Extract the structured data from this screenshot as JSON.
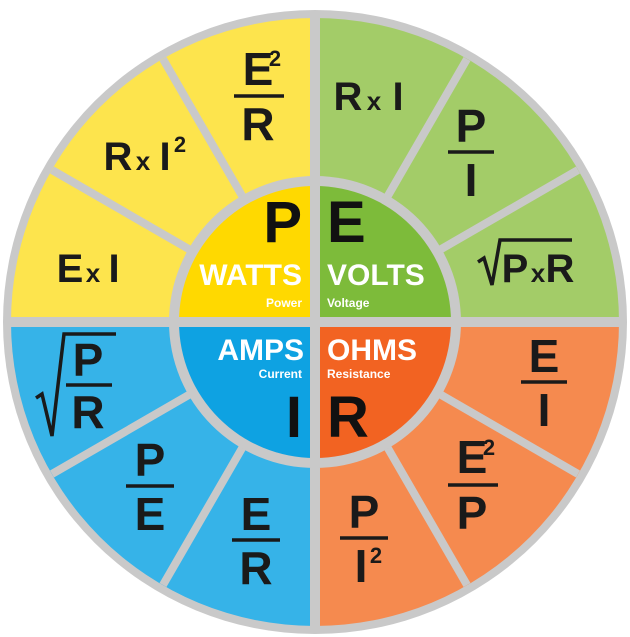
{
  "colors": {
    "border": "#c9c9c9",
    "power": "#fde44d",
    "voltage": "#a3cc68",
    "current": "#36b3e8",
    "resistance": "#f58a4f",
    "power_center": "#ffd900",
    "voltage_center": "#7dbb3a",
    "current_center": "#0ea2e2",
    "resistance_center": "#f26322"
  },
  "quadrants": {
    "power": {
      "letter": "P",
      "word": "WATTS",
      "sub": "Power"
    },
    "voltage": {
      "letter": "E",
      "word": "VOLTS",
      "sub": "Voltage"
    },
    "current": {
      "letter": "I",
      "word": "AMPS",
      "sub": "Current"
    },
    "resistance": {
      "letter": "R",
      "word": "OHMS",
      "sub": "Resistance"
    }
  },
  "formulas": {
    "power_e2_r": {
      "num": "E",
      "sup": "2",
      "den": "R"
    },
    "power_r_i2": {
      "a": "R",
      "x": "x",
      "b": "I",
      "sup": "2"
    },
    "power_e_i": {
      "a": "E",
      "x": "x",
      "b": "I"
    },
    "voltage_r_i": {
      "a": "R",
      "x": "x",
      "b": "I"
    },
    "voltage_p_i": {
      "num": "P",
      "den": "I"
    },
    "voltage_sqrt_pr": {
      "a": "P",
      "x": "x",
      "b": "R"
    },
    "resistance_e_i": {
      "num": "E",
      "den": "I"
    },
    "resistance_e2_p": {
      "num": "E",
      "sup": "2",
      "den": "P"
    },
    "resistance_p_i2": {
      "num": "P",
      "den": "I",
      "sup": "2"
    },
    "current_e_r": {
      "num": "E",
      "den": "R"
    },
    "current_p_e": {
      "num": "P",
      "den": "E"
    },
    "current_sqrt_pr": {
      "num": "P",
      "den": "R"
    }
  }
}
